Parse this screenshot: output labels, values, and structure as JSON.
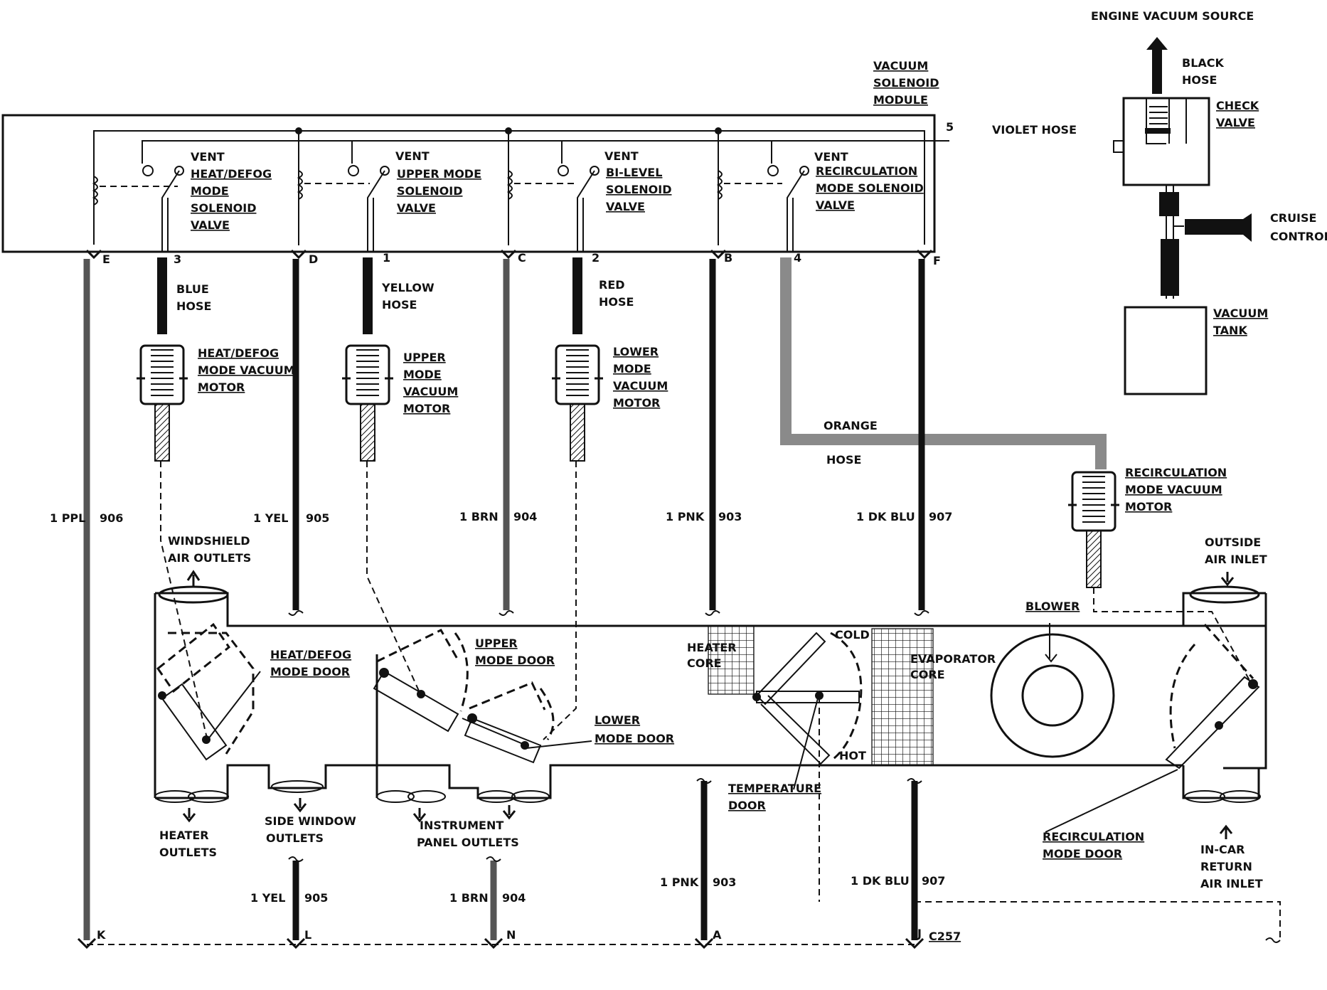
{
  "header": {
    "engine_vacuum_source": "ENGINE VACUUM SOURCE",
    "vacuum_solenoid_module": [
      "VACUUM",
      "SOLENOID",
      "MODULE"
    ],
    "violet_hose": "VIOLET HOSE",
    "port_5": "5"
  },
  "vacuum_source": {
    "black_hose": [
      "BLACK",
      "HOSE"
    ],
    "check_valve": [
      "CHECK",
      "VALVE"
    ],
    "cruise_control": [
      "CRUISE",
      "CONTROL"
    ],
    "vacuum_tank": [
      "VACUUM",
      "TANK"
    ]
  },
  "vent_label": "VENT",
  "solenoids": [
    {
      "lines": [
        "HEAT/DEFOG",
        "MODE",
        "SOLENOID",
        "VALVE"
      ],
      "port": "3",
      "hose": [
        "BLUE",
        "HOSE"
      ],
      "motor": [
        "HEAT/DEFOG",
        "MODE VACUUM",
        "MOTOR"
      ]
    },
    {
      "lines": [
        "UPPER MODE",
        "SOLENOID",
        "VALVE"
      ],
      "port": "1",
      "hose": [
        "YELLOW",
        "HOSE"
      ],
      "motor": [
        "UPPER",
        "MODE",
        "VACUUM",
        "MOTOR"
      ]
    },
    {
      "lines": [
        "BI-LEVEL",
        "SOLENOID",
        "VALVE"
      ],
      "port": "2",
      "hose": [
        "RED",
        "HOSE"
      ],
      "motor": [
        "LOWER",
        "MODE",
        "VACUUM",
        "MOTOR"
      ]
    },
    {
      "lines": [
        "RECIRCULATION",
        "MODE SOLENOID",
        "VALVE"
      ],
      "port": "4",
      "hose": [
        "ORANGE",
        "HOSE"
      ],
      "motor": [
        "RECIRCULATION",
        "MODE VACUUM",
        "MOTOR"
      ]
    }
  ],
  "connector_pins": {
    "top": [
      "E",
      "D",
      "C",
      "B",
      "F"
    ],
    "bottom": [
      "K",
      "L",
      "N",
      "A",
      "J"
    ],
    "connector": "C257"
  },
  "wires": [
    {
      "gauge_color": "1 PPL",
      "circuit": "906"
    },
    {
      "gauge_color": "1 YEL",
      "circuit": "905"
    },
    {
      "gauge_color": "1 BRN",
      "circuit": "904"
    },
    {
      "gauge_color": "1 PNK",
      "circuit": "903"
    },
    {
      "gauge_color": "1 DK BLU",
      "circuit": "907"
    }
  ],
  "hvac_case": {
    "windshield_air_outlets": [
      "WINDSHIELD",
      "AIR OUTLETS"
    ],
    "heat_defog_mode_door": [
      "HEAT/DEFOG",
      "MODE DOOR"
    ],
    "upper_mode_door": [
      "UPPER",
      "MODE DOOR"
    ],
    "lower_mode_door": [
      "LOWER",
      "MODE DOOR"
    ],
    "heater_core": [
      "HEATER",
      "CORE"
    ],
    "cold": "COLD",
    "hot": "HOT",
    "temperature_door": [
      "TEMPERATURE",
      "DOOR"
    ],
    "evaporator_core": [
      "EVAPORATOR",
      "CORE"
    ],
    "blower": "BLOWER",
    "outside_air_inlet": [
      "OUTSIDE",
      "AIR INLET"
    ],
    "heater_outlets": [
      "HEATER",
      "OUTLETS"
    ],
    "side_window_outlets": [
      "SIDE WINDOW",
      "OUTLETS"
    ],
    "instrument_panel_outlets": [
      "INSTRUMENT",
      "PANEL OUTLETS"
    ],
    "recirculation_mode_door": [
      "RECIRCULATION",
      "MODE DOOR"
    ],
    "in_car_return_air_inlet": [
      "IN-CAR",
      "RETURN",
      "AIR INLET"
    ]
  }
}
